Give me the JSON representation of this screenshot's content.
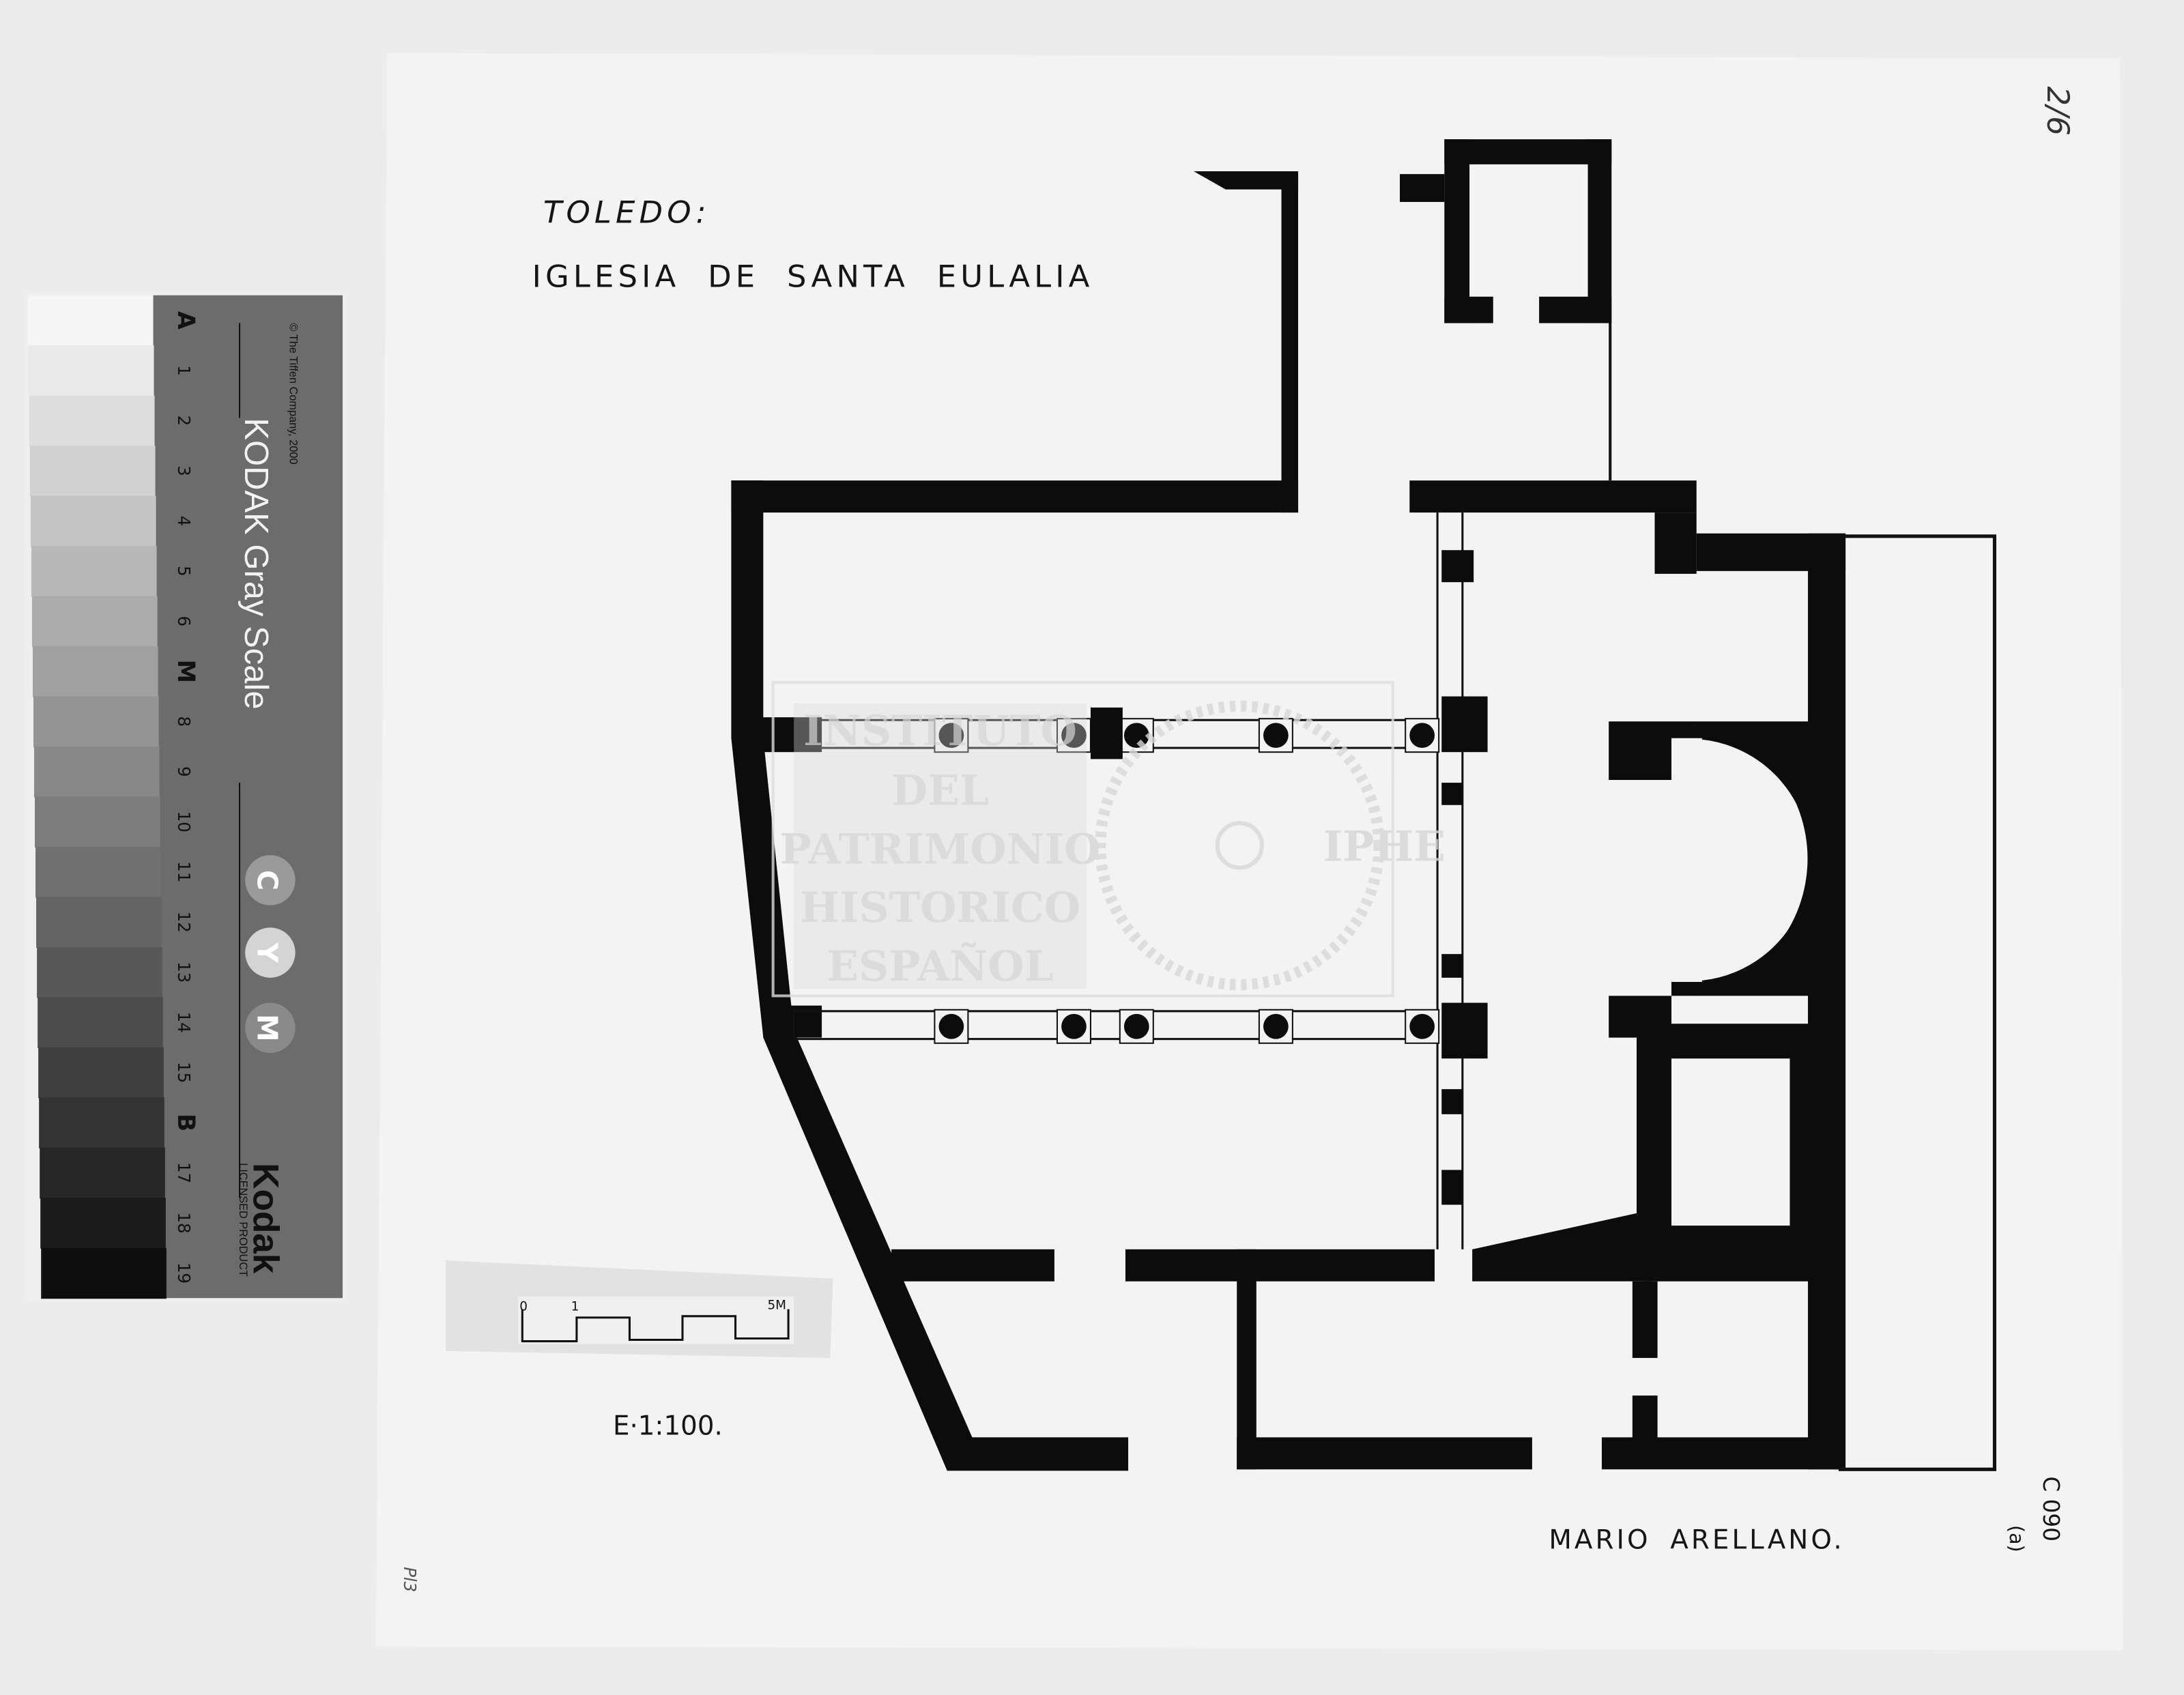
{
  "drawing": {
    "city": "TOLEDO:",
    "title": "IGLESIA DE SANTA EULALIA",
    "scale_label": "E·1:100.",
    "scale_bar": {
      "start": "0",
      "tick": "1",
      "end": "5M"
    },
    "author": "MARIO ARELLANO.",
    "archive_code": "C 090",
    "archive_note": "(a)",
    "handwritten_number": "2/6",
    "handwritten_corner": "Pl3"
  },
  "watermark": {
    "lines": [
      "INSTITUTO",
      "DEL",
      "PATRIMONIO",
      "HISTORICO",
      "ESPAÑOL"
    ],
    "seal": "IPHE"
  },
  "gray_card": {
    "brand": "KODAK Gray Scale",
    "copyright": "© The Tiffen Company, 2000",
    "logo": "Kodak",
    "licensed": "LICENSED PRODUCT",
    "steps": [
      "A",
      "1",
      "2",
      "3",
      "4",
      "5",
      "6",
      "M",
      "8",
      "9",
      "10",
      "11",
      "12",
      "13",
      "14",
      "15",
      "B",
      "17",
      "18",
      "19"
    ],
    "color_dots": [
      "C",
      "Y",
      "M"
    ]
  }
}
